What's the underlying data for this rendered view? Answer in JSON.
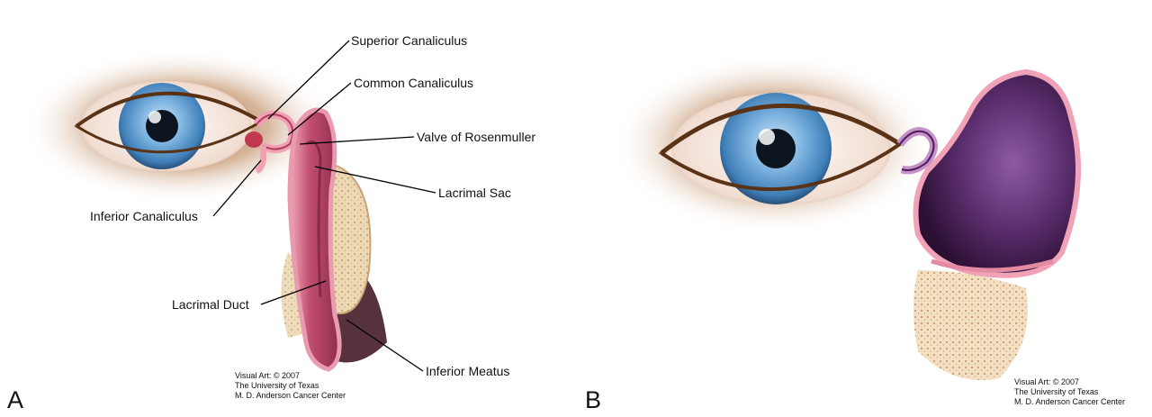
{
  "panel_a": {
    "letter": "A",
    "labels": {
      "superior_canaliculus": "Superior Canaliculus",
      "common_canaliculus": "Common Canaliculus",
      "valve_of_rosenmuller": "Valve of Rosenmuller",
      "lacrimal_sac": "Lacrimal Sac",
      "inferior_canaliculus": "Inferior Canaliculus",
      "lacrimal_duct": "Lacrimal Duct",
      "inferior_meatus": "Inferior Meatus"
    },
    "credit": {
      "line1": "Visual Art: © 2007",
      "line2": "The University of Texas",
      "line3": "M. D. Anderson Cancer Center"
    }
  },
  "panel_b": {
    "letter": "B",
    "credit": {
      "line1": "Visual Art: © 2007",
      "line2": "The University of Texas",
      "line3": "M. D. Anderson Cancer Center"
    }
  },
  "colors": {
    "skin_shadow": "#a0673a",
    "iris": "#6aa6d6",
    "sac_pink": "#e88aa0",
    "sac_inner": "#b44a6a",
    "dilated_sac": "#5a2a6a",
    "bone": "#ecd9b4"
  }
}
